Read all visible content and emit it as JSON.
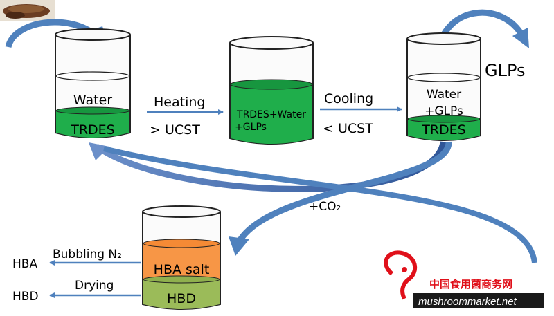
{
  "beakers": {
    "start": {
      "upper": "Water",
      "lower": "TRDES"
    },
    "middle": {
      "line1": "TRDES+Water",
      "line2": "+GLPs"
    },
    "end": {
      "line1": "Water",
      "line2": "+GLPs",
      "lower": "TRDES"
    },
    "bottom": {
      "upper": "HBA salt",
      "lower": "HBD"
    }
  },
  "steps": {
    "heating": "Heating",
    "above_ucst": "> UCST",
    "cooling": "Cooling",
    "below_ucst": "< UCST",
    "co2": "+CO₂",
    "bubbling": "Bubbling N₂",
    "drying": "Drying"
  },
  "outputs": {
    "glps": "GLPs",
    "hba": "HBA",
    "hbd": "HBD"
  },
  "watermark": {
    "cn": "中国食用菌商务网",
    "url": "mushroommarket.net"
  },
  "colors": {
    "green": "#1fae4b",
    "orange": "#f79646",
    "olive": "#9bbb59",
    "arrow_blue": "#4f81bd",
    "arrow_dark": "#2f5597",
    "watermark_red": "#e0101a"
  }
}
